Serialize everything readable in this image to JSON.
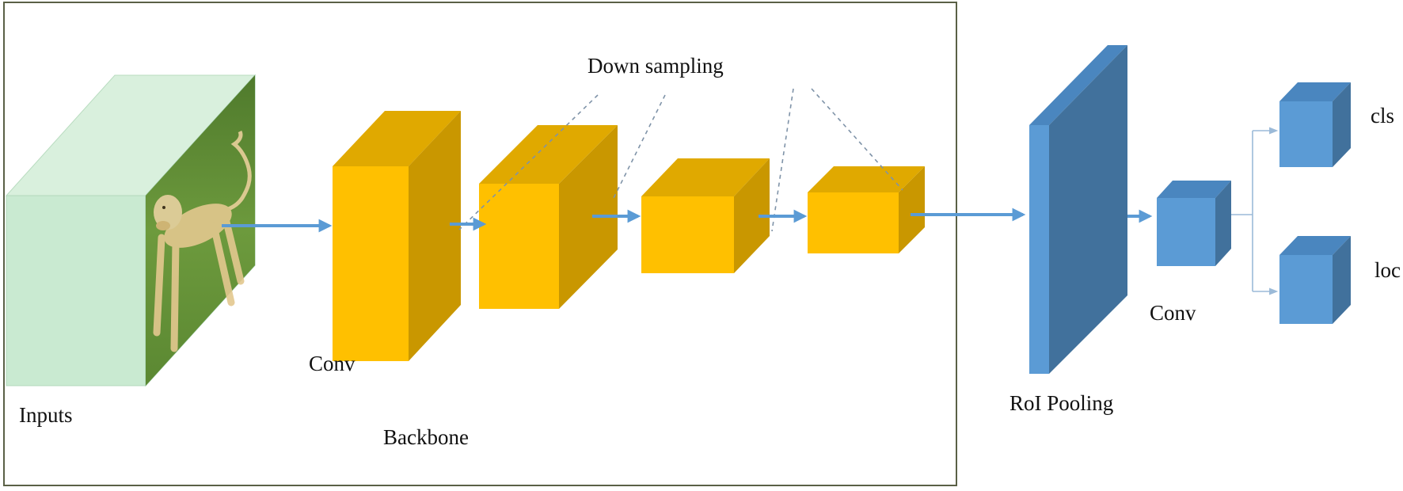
{
  "labels": {
    "inputs": "Inputs",
    "conv_backbone": "Conv",
    "backbone": "Backbone",
    "down_sampling": "Down sampling",
    "roi_pooling": "RoI Pooling",
    "conv_head": "Conv",
    "cls": "cls",
    "loc": "loc"
  },
  "colors": {
    "input_block": "#c9ead1",
    "feature_front": "#ffc000",
    "feature_top": "#e0a900",
    "feature_side": "#c99700",
    "blue_front": "#5b9bd5",
    "blue_top": "#4a86bf",
    "blue_side": "#41719c",
    "arrow": "#5b9bd5",
    "frame": "#5a6046"
  },
  "icons": {
    "input_image": "dog-photo"
  }
}
